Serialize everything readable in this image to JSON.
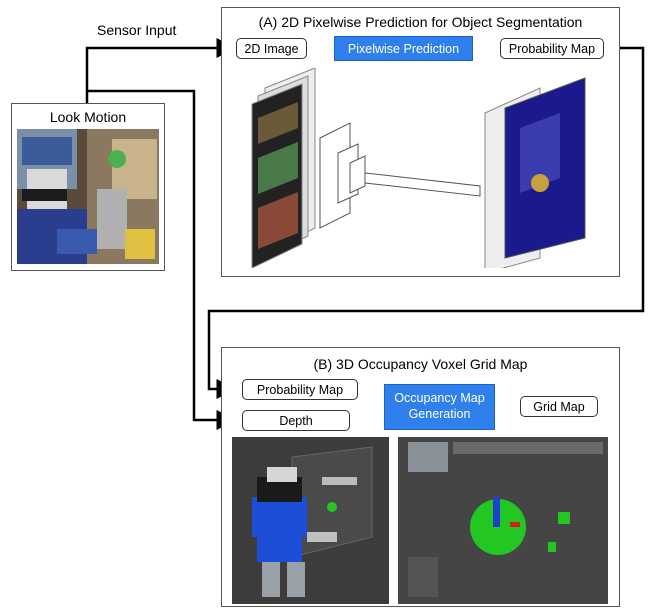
{
  "sensor_input_label": "Sensor Input",
  "look_motion": {
    "title": "Look Motion",
    "image_icon": "robot-camera-photo"
  },
  "panel_a": {
    "title": "(A) 2D Pixelwise Prediction for Object Segmentation",
    "nodes": {
      "image": "2D Image",
      "prediction": "Pixelwise Prediction",
      "prob_map": "Probability Map"
    },
    "illustration_icon": "cnn-encoder-decoder"
  },
  "panel_b": {
    "title": "(B) 3D Occupancy Voxel Grid Map",
    "nodes": {
      "prob_map": "Probability Map",
      "depth": "Depth",
      "generation": "Occupancy Map Generation",
      "grid_map": "Grid Map"
    },
    "render_icons": [
      "robot-3d-render",
      "voxel-grid-render"
    ]
  },
  "colors": {
    "accent_blue": "#2f80ed",
    "voxel_green": "#22c722",
    "navy_heatmap": "#1a1a8c"
  }
}
